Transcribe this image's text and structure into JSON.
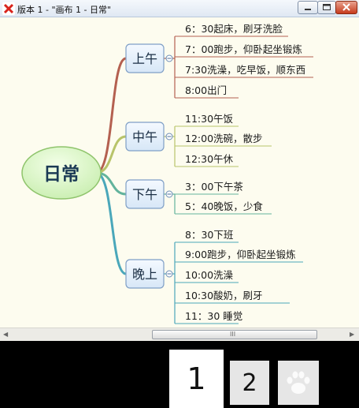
{
  "window": {
    "title": "版本 1 - \"画布 1 - 日常\"",
    "icon": "xmind-x-icon"
  },
  "map": {
    "central": "日常",
    "colors": {
      "background": "#fdfcef",
      "central_fill": "#c9eeb0",
      "branch_fill": "#d7e7f7",
      "branch_border": "#7f9fc6",
      "branch_lines": [
        "#b46050",
        "#b8c46a",
        "#62b39c",
        "#4aa7ba"
      ]
    },
    "branches": [
      {
        "label": "上午",
        "items": [
          "6：30起床，刷牙洗脸",
          "7：00跑步，仰卧起坐锻炼",
          "7:30洗澡，吃早饭，顺东西",
          "8:00出门"
        ]
      },
      {
        "label": "中午",
        "items": [
          "11:30午饭",
          "12:00洗碗，散步",
          "12:30午休"
        ]
      },
      {
        "label": "下午",
        "items": [
          "3：00下午茶",
          "5：40晚饭，少食"
        ]
      },
      {
        "label": "晚上",
        "items": [
          "8：30下班",
          "9:00跑步，仰卧起坐锻炼",
          "10:00洗澡",
          "10:30酸奶，刷牙",
          "11：30 睡觉"
        ]
      }
    ]
  },
  "scrollbar": {
    "grip": "III"
  },
  "pages": [
    "1",
    "2"
  ]
}
